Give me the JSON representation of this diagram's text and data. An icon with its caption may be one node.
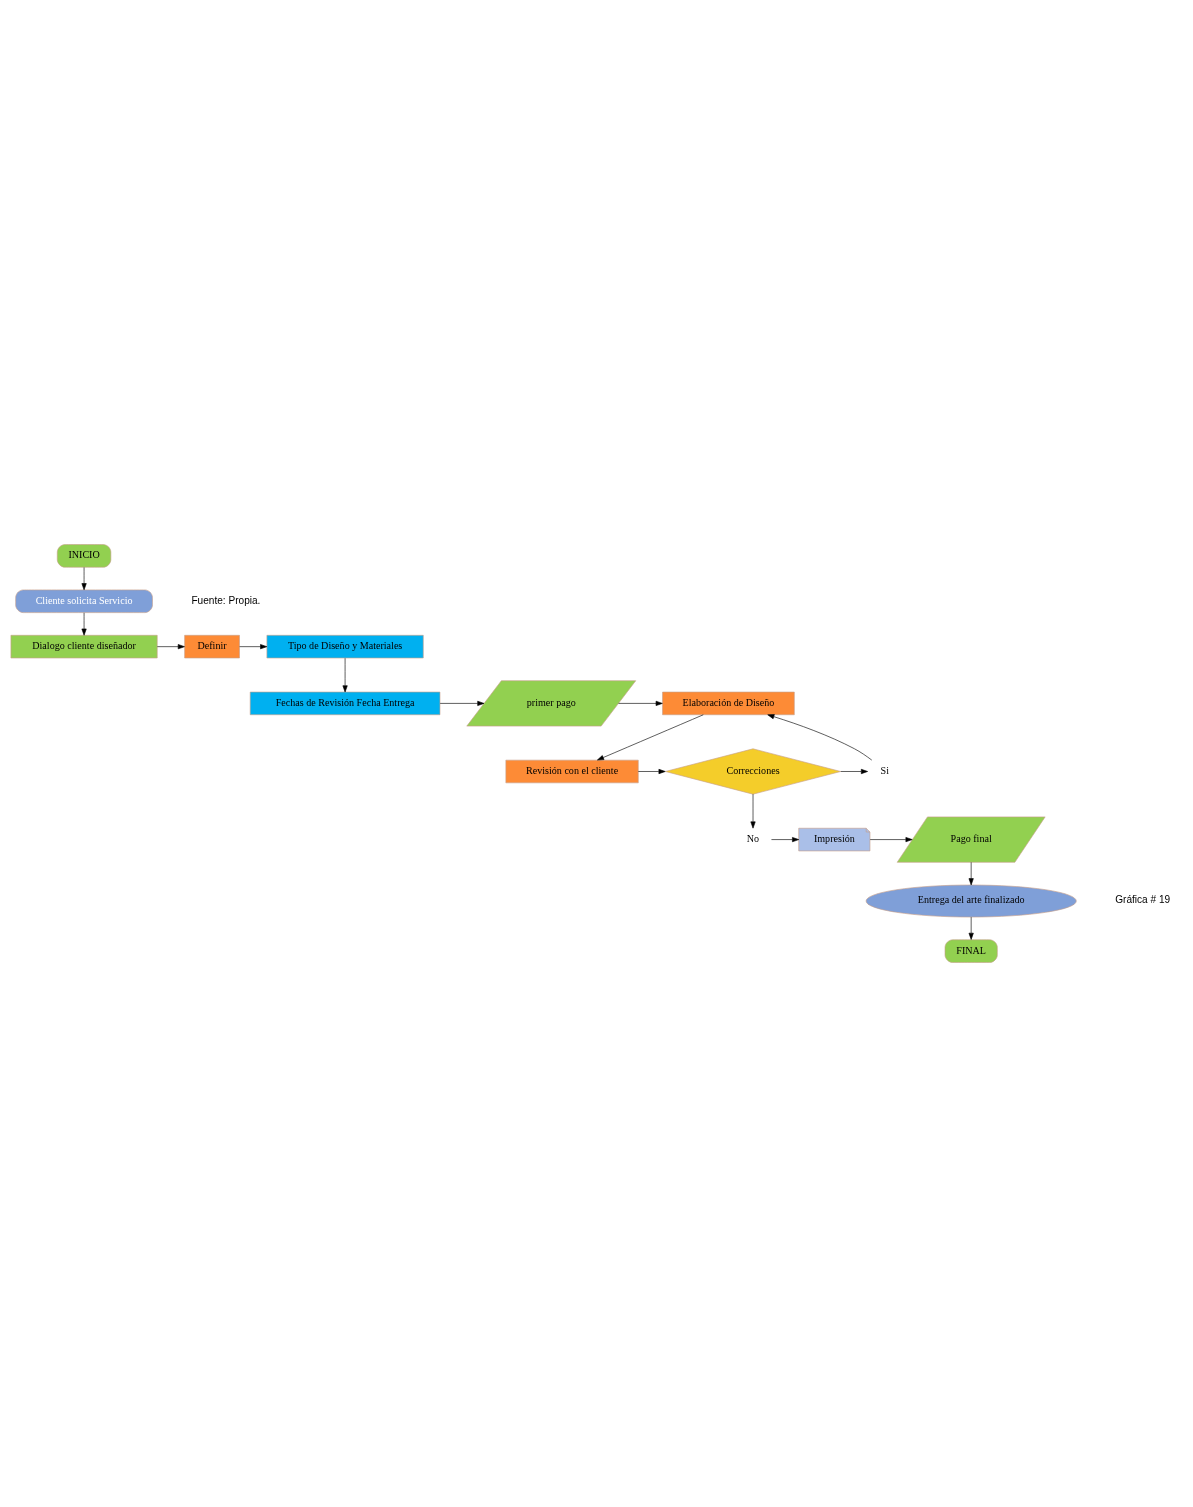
{
  "diagram": {
    "nodes": [
      {
        "text": [
          "INICIO"
        ]
      },
      {
        "text": [
          "Cliente solicita Servicio"
        ]
      },
      {
        "text": [
          "Dialogo cliente diseñador"
        ]
      },
      {
        "text": [
          "Definir"
        ]
      },
      {
        "text": [
          "Tipo de Diseño y Materiales"
        ]
      },
      {
        "text": [
          "Fechas de Revisión Fecha Entrega"
        ]
      },
      {
        "text": [
          "primer pago"
        ]
      },
      {
        "text": [
          "Elaboración de Diseño"
        ]
      },
      {
        "text": [
          "Revisión con el cliente"
        ]
      },
      {
        "text": [
          "Correcciones"
        ]
      },
      {
        "text": [
          "Si"
        ]
      },
      {
        "text": [
          "No"
        ]
      },
      {
        "text": [
          "Impresión"
        ]
      },
      {
        "text": [
          "Pago final"
        ]
      },
      {
        "text": [
          "Entrega del arte finalizado"
        ]
      },
      {
        "text": [
          "FINAL"
        ]
      }
    ],
    "edges": [
      {
        "from": 0,
        "to": 1,
        "arrow": "to"
      },
      {
        "from": 1,
        "to": 2,
        "arrow": "to"
      },
      {
        "from": 2,
        "to": 3,
        "arrow": "to"
      },
      {
        "from": 3,
        "to": 4,
        "arrow": "to"
      },
      {
        "from": 4,
        "to": 5,
        "arrow": "to"
      },
      {
        "from": 5,
        "to": 6,
        "arrow": "to"
      },
      {
        "from": 6,
        "to": 7,
        "arrow": "to"
      },
      {
        "from": 7,
        "to": 8,
        "arrow": "to"
      },
      {
        "from": 8,
        "to": 9,
        "arrow": "to"
      },
      {
        "from": 9,
        "to": 10,
        "arrow": "to"
      },
      {
        "from": 10,
        "to": 7,
        "arrow": "to"
      },
      {
        "from": 9,
        "to": 11,
        "arrow": "to"
      },
      {
        "from": 11,
        "to": 12,
        "arrow": "to"
      },
      {
        "from": 12,
        "to": 13,
        "arrow": "to"
      },
      {
        "from": 13,
        "to": 14,
        "arrow": "to"
      },
      {
        "from": 14,
        "to": 15,
        "arrow": "to"
      }
    ],
    "labels": [
      "Fuente: Propia.",
      "Gráfica # 19"
    ]
  }
}
